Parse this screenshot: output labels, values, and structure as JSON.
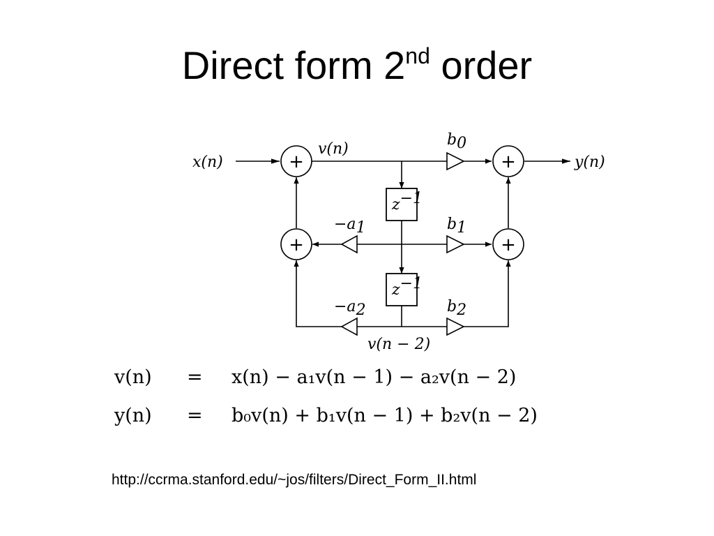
{
  "title": {
    "main": "Direct form 2",
    "superscript": "nd",
    "suffix": " order"
  },
  "diagram": {
    "input": "x(n)",
    "output": "y(n)",
    "state_v": "v(n)",
    "state_v2": "v(n − 2)",
    "delay_base": "z",
    "delay_exp": "−1",
    "plus": "+",
    "coef_b": "b",
    "coef_neg_a": "−a",
    "sub0": "0",
    "sub1": "1",
    "sub2": "2"
  },
  "equations": [
    {
      "lhs": "v(n)",
      "eq": "=",
      "rhs": "x(n) − a₁v(n − 1) − a₂v(n − 2)"
    },
    {
      "lhs": "y(n)",
      "eq": "=",
      "rhs": "b₀v(n) + b₁v(n − 1) + b₂v(n − 2)"
    }
  ],
  "source_url": "http://ccrma.stanford.edu/~jos/filters/Direct_Form_II.html"
}
